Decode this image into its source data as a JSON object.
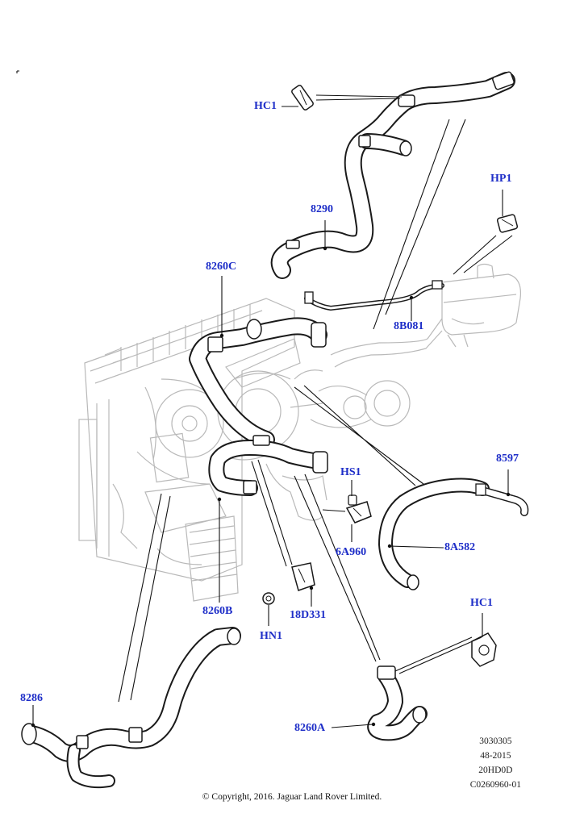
{
  "callouts": {
    "hc1_top": "HC1",
    "hose_8290": "8290",
    "hp1": "HP1",
    "hose_8260c": "8260C",
    "hose_8b081": "8B081",
    "hose_8597": "8597",
    "hs1": "HS1",
    "hose_8a582": "8A582",
    "bracket_6a960": "6A960",
    "hose_8260b": "8260B",
    "sensor_18d331": "18D331",
    "hn1": "HN1",
    "hc1_bottom": "HC1",
    "hose_8286": "8286",
    "hose_8260a": "8260A"
  },
  "reference": {
    "line1": "3030305",
    "line2": "48-2015",
    "line3": "20HD0D",
    "line4": "C0260960-01"
  },
  "copyright": "© Copyright, 2016. Jaguar Land Rover Limited.",
  "colors": {
    "callout": "#1e2ec8",
    "hose": "#1a1a1a",
    "background_parts": "#b9b9b9"
  }
}
